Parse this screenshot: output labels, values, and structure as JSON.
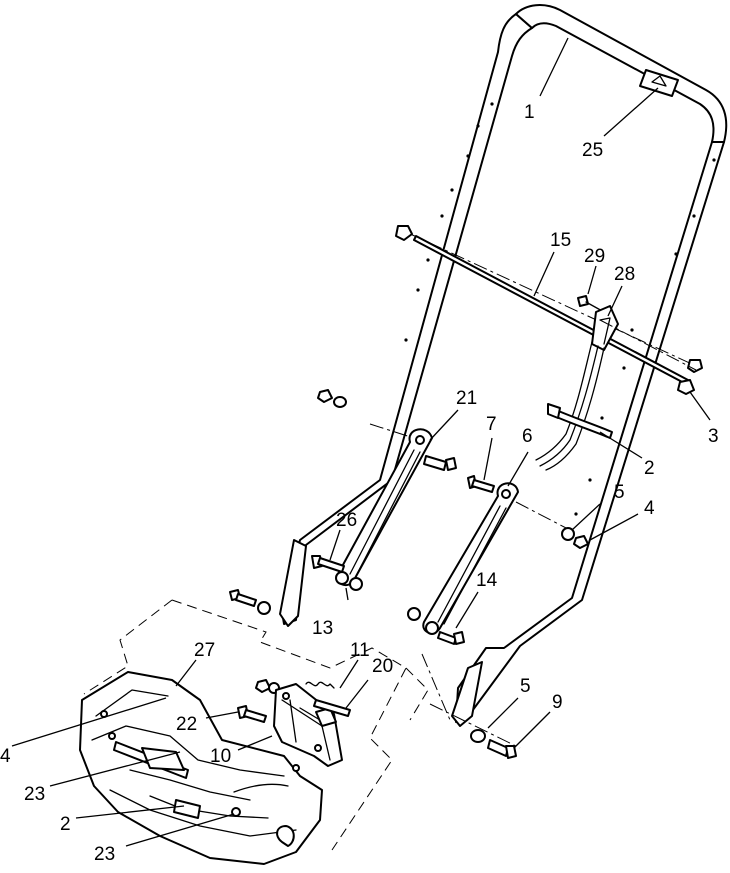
{
  "diagram": {
    "callouts": [
      {
        "id": "c1",
        "text": "1"
      },
      {
        "id": "c25",
        "text": "25"
      },
      {
        "id": "c15",
        "text": "15"
      },
      {
        "id": "c29",
        "text": "29"
      },
      {
        "id": "c28",
        "text": "28"
      },
      {
        "id": "c3",
        "text": "3"
      },
      {
        "id": "c2a",
        "text": "2"
      },
      {
        "id": "c21",
        "text": "21"
      },
      {
        "id": "c7",
        "text": "7"
      },
      {
        "id": "c6",
        "text": "6"
      },
      {
        "id": "c5a",
        "text": "5"
      },
      {
        "id": "c4a",
        "text": "4"
      },
      {
        "id": "c26",
        "text": "26"
      },
      {
        "id": "c14",
        "text": "14"
      },
      {
        "id": "c13",
        "text": "13"
      },
      {
        "id": "c11",
        "text": "11"
      },
      {
        "id": "c20",
        "text": "20"
      },
      {
        "id": "c27",
        "text": "27"
      },
      {
        "id": "c5b",
        "text": "5"
      },
      {
        "id": "c9",
        "text": "9"
      },
      {
        "id": "c22",
        "text": "22"
      },
      {
        "id": "c10",
        "text": "10"
      },
      {
        "id": "c4b",
        "text": "4"
      },
      {
        "id": "c23a",
        "text": "23"
      },
      {
        "id": "c2b",
        "text": "2"
      },
      {
        "id": "c23b",
        "text": "23"
      }
    ],
    "part_icons": {
      "handle": "loop-handle-icon",
      "decal": "triangle-decal-icon",
      "rod": "control-rod-icon",
      "bracket": "cable-bracket-icon",
      "link": "slotted-link-icon",
      "housing": "deck-housing-icon"
    }
  }
}
